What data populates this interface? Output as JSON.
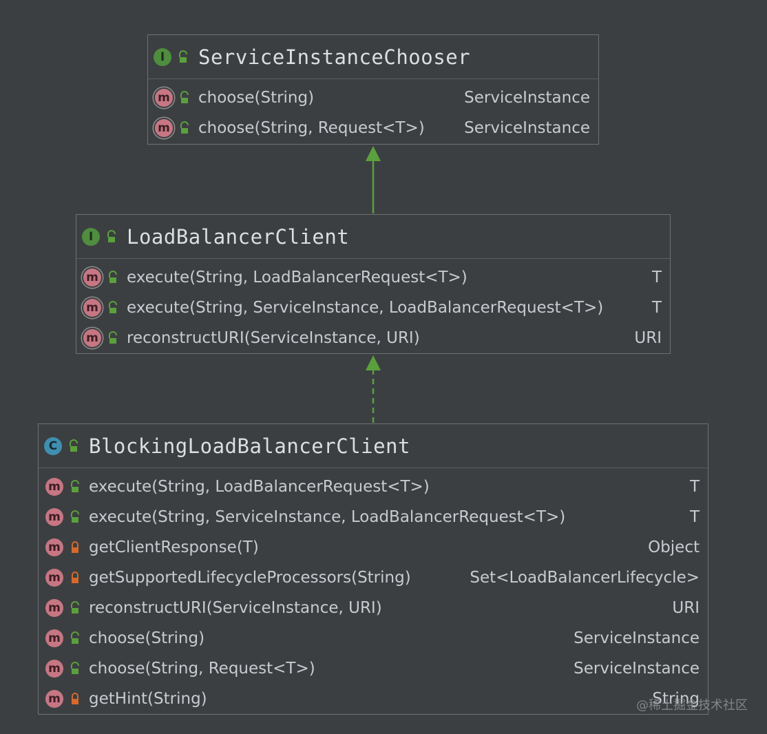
{
  "diagram": {
    "interface_chooser": {
      "kind_glyph": "I",
      "title": "ServiceInstanceChooser",
      "methods": [
        {
          "name": "choose(String)",
          "ret": "ServiceInstance"
        },
        {
          "name": "choose(String, Request<T>)",
          "ret": "ServiceInstance"
        }
      ]
    },
    "interface_client": {
      "kind_glyph": "I",
      "title": "LoadBalancerClient",
      "methods": [
        {
          "name": "execute(String, LoadBalancerRequest<T>)",
          "ret": "T"
        },
        {
          "name": "execute(String, ServiceInstance, LoadBalancerRequest<T>)",
          "ret": "T"
        },
        {
          "name": "reconstructURI(ServiceInstance, URI)",
          "ret": "URI"
        }
      ]
    },
    "class_blocking": {
      "kind_glyph": "C",
      "title": "BlockingLoadBalancerClient",
      "methods": [
        {
          "name": "execute(String, LoadBalancerRequest<T>)",
          "ret": "T",
          "visibility": "public"
        },
        {
          "name": "execute(String, ServiceInstance, LoadBalancerRequest<T>)",
          "ret": "T",
          "visibility": "public"
        },
        {
          "name": "getClientResponse(T)",
          "ret": "Object",
          "visibility": "private"
        },
        {
          "name": "getSupportedLifecycleProcessors(String)",
          "ret": "Set<LoadBalancerLifecycle>",
          "visibility": "private"
        },
        {
          "name": "reconstructURI(ServiceInstance, URI)",
          "ret": "URI",
          "visibility": "public"
        },
        {
          "name": "choose(String)",
          "ret": "ServiceInstance",
          "visibility": "public"
        },
        {
          "name": "choose(String, Request<T>)",
          "ret": "ServiceInstance",
          "visibility": "public"
        },
        {
          "name": "getHint(String)",
          "ret": "String",
          "visibility": "private"
        }
      ]
    },
    "method_glyph": "m",
    "colors": {
      "background": "#3c3f41",
      "interface_icon": "#4f8d3f",
      "class_icon": "#3f8fb0",
      "method_icon": "#c77683",
      "public_lock": "#5aa13c",
      "private_lock": "#d9682b",
      "arrow": "#5aa13c"
    },
    "relations": [
      {
        "from": "LoadBalancerClient",
        "to": "ServiceInstanceChooser",
        "type": "extends"
      },
      {
        "from": "BlockingLoadBalancerClient",
        "to": "LoadBalancerClient",
        "type": "implements"
      }
    ]
  },
  "watermark": "@稀土掘金技术社区"
}
